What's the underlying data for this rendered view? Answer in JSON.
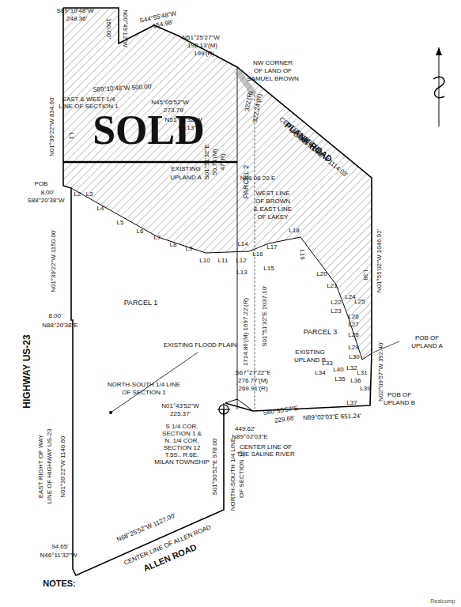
{
  "diagram": {
    "labels": [
      "S89°10'48\"W",
      "248.36'",
      "150.00'",
      "N00°49'12\"W",
      "S44°55'48\"W",
      "154.98'",
      "N51°25'27\"W",
      "198.13'(M)",
      "199'(R)",
      "NW CORNER",
      "OF LAND OF",
      "SAMUEL BROWN",
      "S89°10'48\"W 500.00'",
      "EAST & WEST 1/4",
      "LINE OF SECTION 1",
      "N45°05'52\"W",
      "273.79'",
      "N51°11'32\"W",
      "99.13'",
      "SOLD",
      "L1",
      "N01°39'22\"W 834.60'",
      "POB",
      "L2",
      "L3",
      "L4",
      "L5",
      "L6",
      "L7",
      "L8",
      "L9",
      "L10",
      "L11",
      "L12",
      "L13",
      "L14",
      "L15",
      "L16",
      "L17",
      "L18",
      "L19",
      "L20",
      "L21",
      "L22",
      "L23",
      "L24",
      "L25",
      "L26",
      "L27",
      "L28",
      "L29",
      "L30",
      "L31",
      "L32",
      "L33",
      "L34",
      "L35",
      "L36",
      "L37",
      "L38",
      "L39",
      "L40",
      "8.00'",
      "S88°20'38\"W",
      "N01°39'22\"W 1150.00'",
      "8.00'",
      "N88°20'38\"E",
      "HIGHWAY US-23",
      "EAST RIGHT OF WAY",
      "LINE OF HIGHWAY US-23",
      "N01°39'22\"W 1140.60'",
      "94.65'",
      "N46°11'32\"W",
      "N68°25'52\"W 1127.00'",
      "CENTER LINE OF ALLEN ROAD",
      "ALLEN ROAD",
      "S01°30'52\"E 978.00'",
      "NORTH-SOUTH 1/4 LINE",
      "OF SECTION 12",
      "PARCEL 1",
      "PARCEL 2",
      "PARCEL 3",
      "PLANK ROAD",
      "CENTER LINE OF",
      "PLANK ROAD",
      "N51°11'32\"W 1114.03'",
      "322.24'(R)",
      "322'(R)",
      "S01°51'32\"E",
      "50.74'(M)",
      "47'(R)",
      "EXISTING",
      "UPLAND A",
      "N88 08 20 E",
      "WEST LINE",
      "OF BROWN",
      "& EAST LINE",
      "OF LAKEY",
      "S01°51'32\"E 2037.10'",
      "1714.86'(M) 1697.22'(R)",
      "EXISTING FLOOD PLAIN",
      "EXISTING",
      "UPLAND B",
      "N01°55'02\"W 1046.92'",
      "POB OF",
      "UPLAND A",
      "N02°09'57\"W 392.40'",
      "POB OF",
      "UPLAND B",
      "NORTH-SOUTH 1/4 LINE",
      "OF SECTION 1",
      "S67°27'22\"E",
      "276.77'(M)",
      "269.91'(R)",
      "N01°43'52\"W",
      "225.37'",
      "S 1/4 COR.",
      "SECTION 1 &",
      "N. 1/4 COR.",
      "SECTION 12",
      "T.5S., R.6E.",
      "MILAN TOWNSHIP",
      "S60°55'57\"E",
      "229.66'",
      "449.62'",
      "N89°02'03\"E",
      "CENTER LINE OF",
      "THE SALINE RIVER",
      "N89°02'03\"E 651.24'",
      "NOTES:",
      "Realcomp"
    ]
  }
}
